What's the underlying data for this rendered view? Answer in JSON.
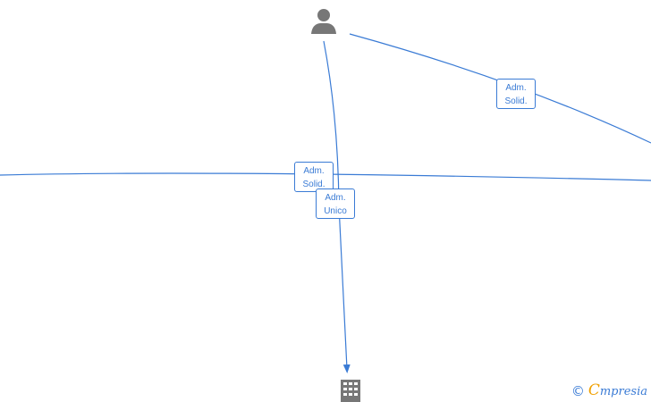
{
  "graph": {
    "nodes": {
      "person": {
        "type": "person",
        "icon": "person-icon",
        "color": "#777777"
      },
      "company": {
        "type": "company",
        "icon": "building-icon",
        "color": "#777777"
      }
    },
    "edges": [
      {
        "id": "person-right",
        "label_line1": "Adm.",
        "label_line2": "Solid."
      },
      {
        "id": "horizontal",
        "label_line1": "Adm.",
        "label_line2": "Solid."
      },
      {
        "id": "person-company",
        "label_line1": "Adm.",
        "label_line2": "Unico"
      }
    ],
    "edge_color": "#3a7bd5"
  },
  "footer": {
    "copyright": "©",
    "brand_first": "C",
    "brand_rest": "mpresia",
    "brand_accent": "#f0a000"
  }
}
